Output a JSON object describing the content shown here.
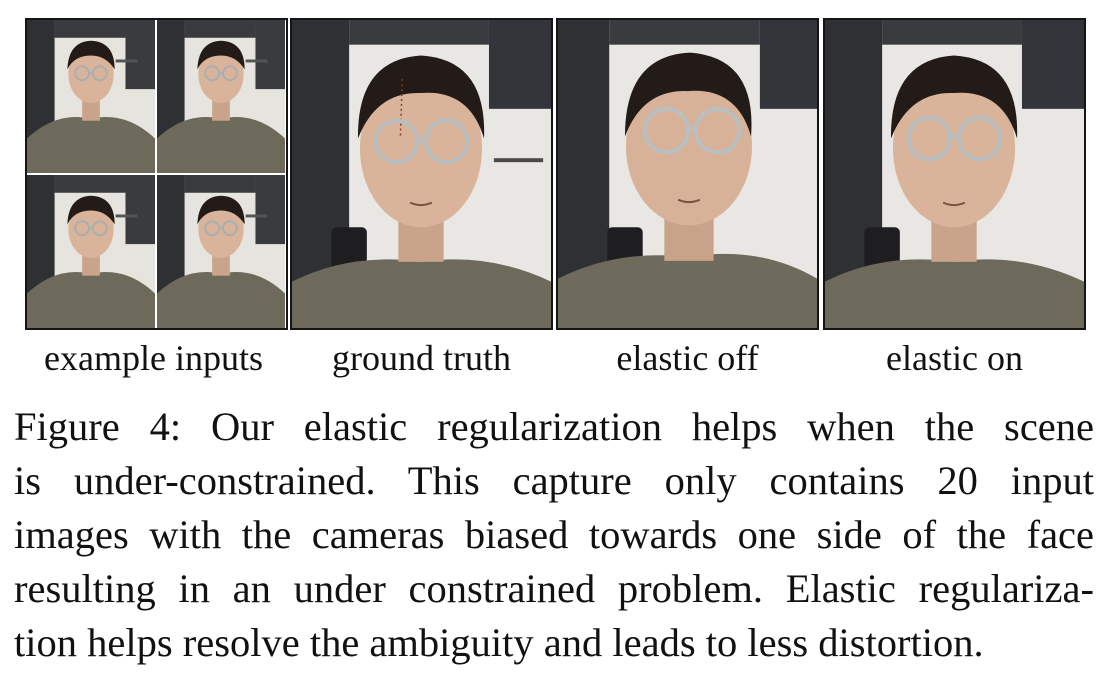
{
  "figure": {
    "panels": [
      {
        "id": "inputs",
        "label": "example inputs",
        "description_icon": "portrait-grid-image"
      },
      {
        "id": "gt",
        "label": "ground truth",
        "description_icon": "portrait-image"
      },
      {
        "id": "off",
        "label": "elastic off",
        "description_icon": "portrait-image"
      },
      {
        "id": "on",
        "label": "elastic on",
        "description_icon": "portrait-image"
      }
    ],
    "caption_lines": [
      "Figure 4: Our elastic regularization helps when the scene",
      "is under-constrained. This capture only contains 20 input",
      "images with the cameras biased towards one side of the face",
      "resulting in an under constrained problem. Elastic regulariza-",
      "tion helps resolve the ambiguity and leads to less distortion."
    ]
  },
  "colors": {
    "frame": "#151515",
    "cabinet": "#2f3034",
    "wall": "#e9e7e3",
    "shirt": "#6d6a5c",
    "skin": "#d9b49a",
    "hair": "#221b17",
    "glasses": "#b9bfc0"
  }
}
